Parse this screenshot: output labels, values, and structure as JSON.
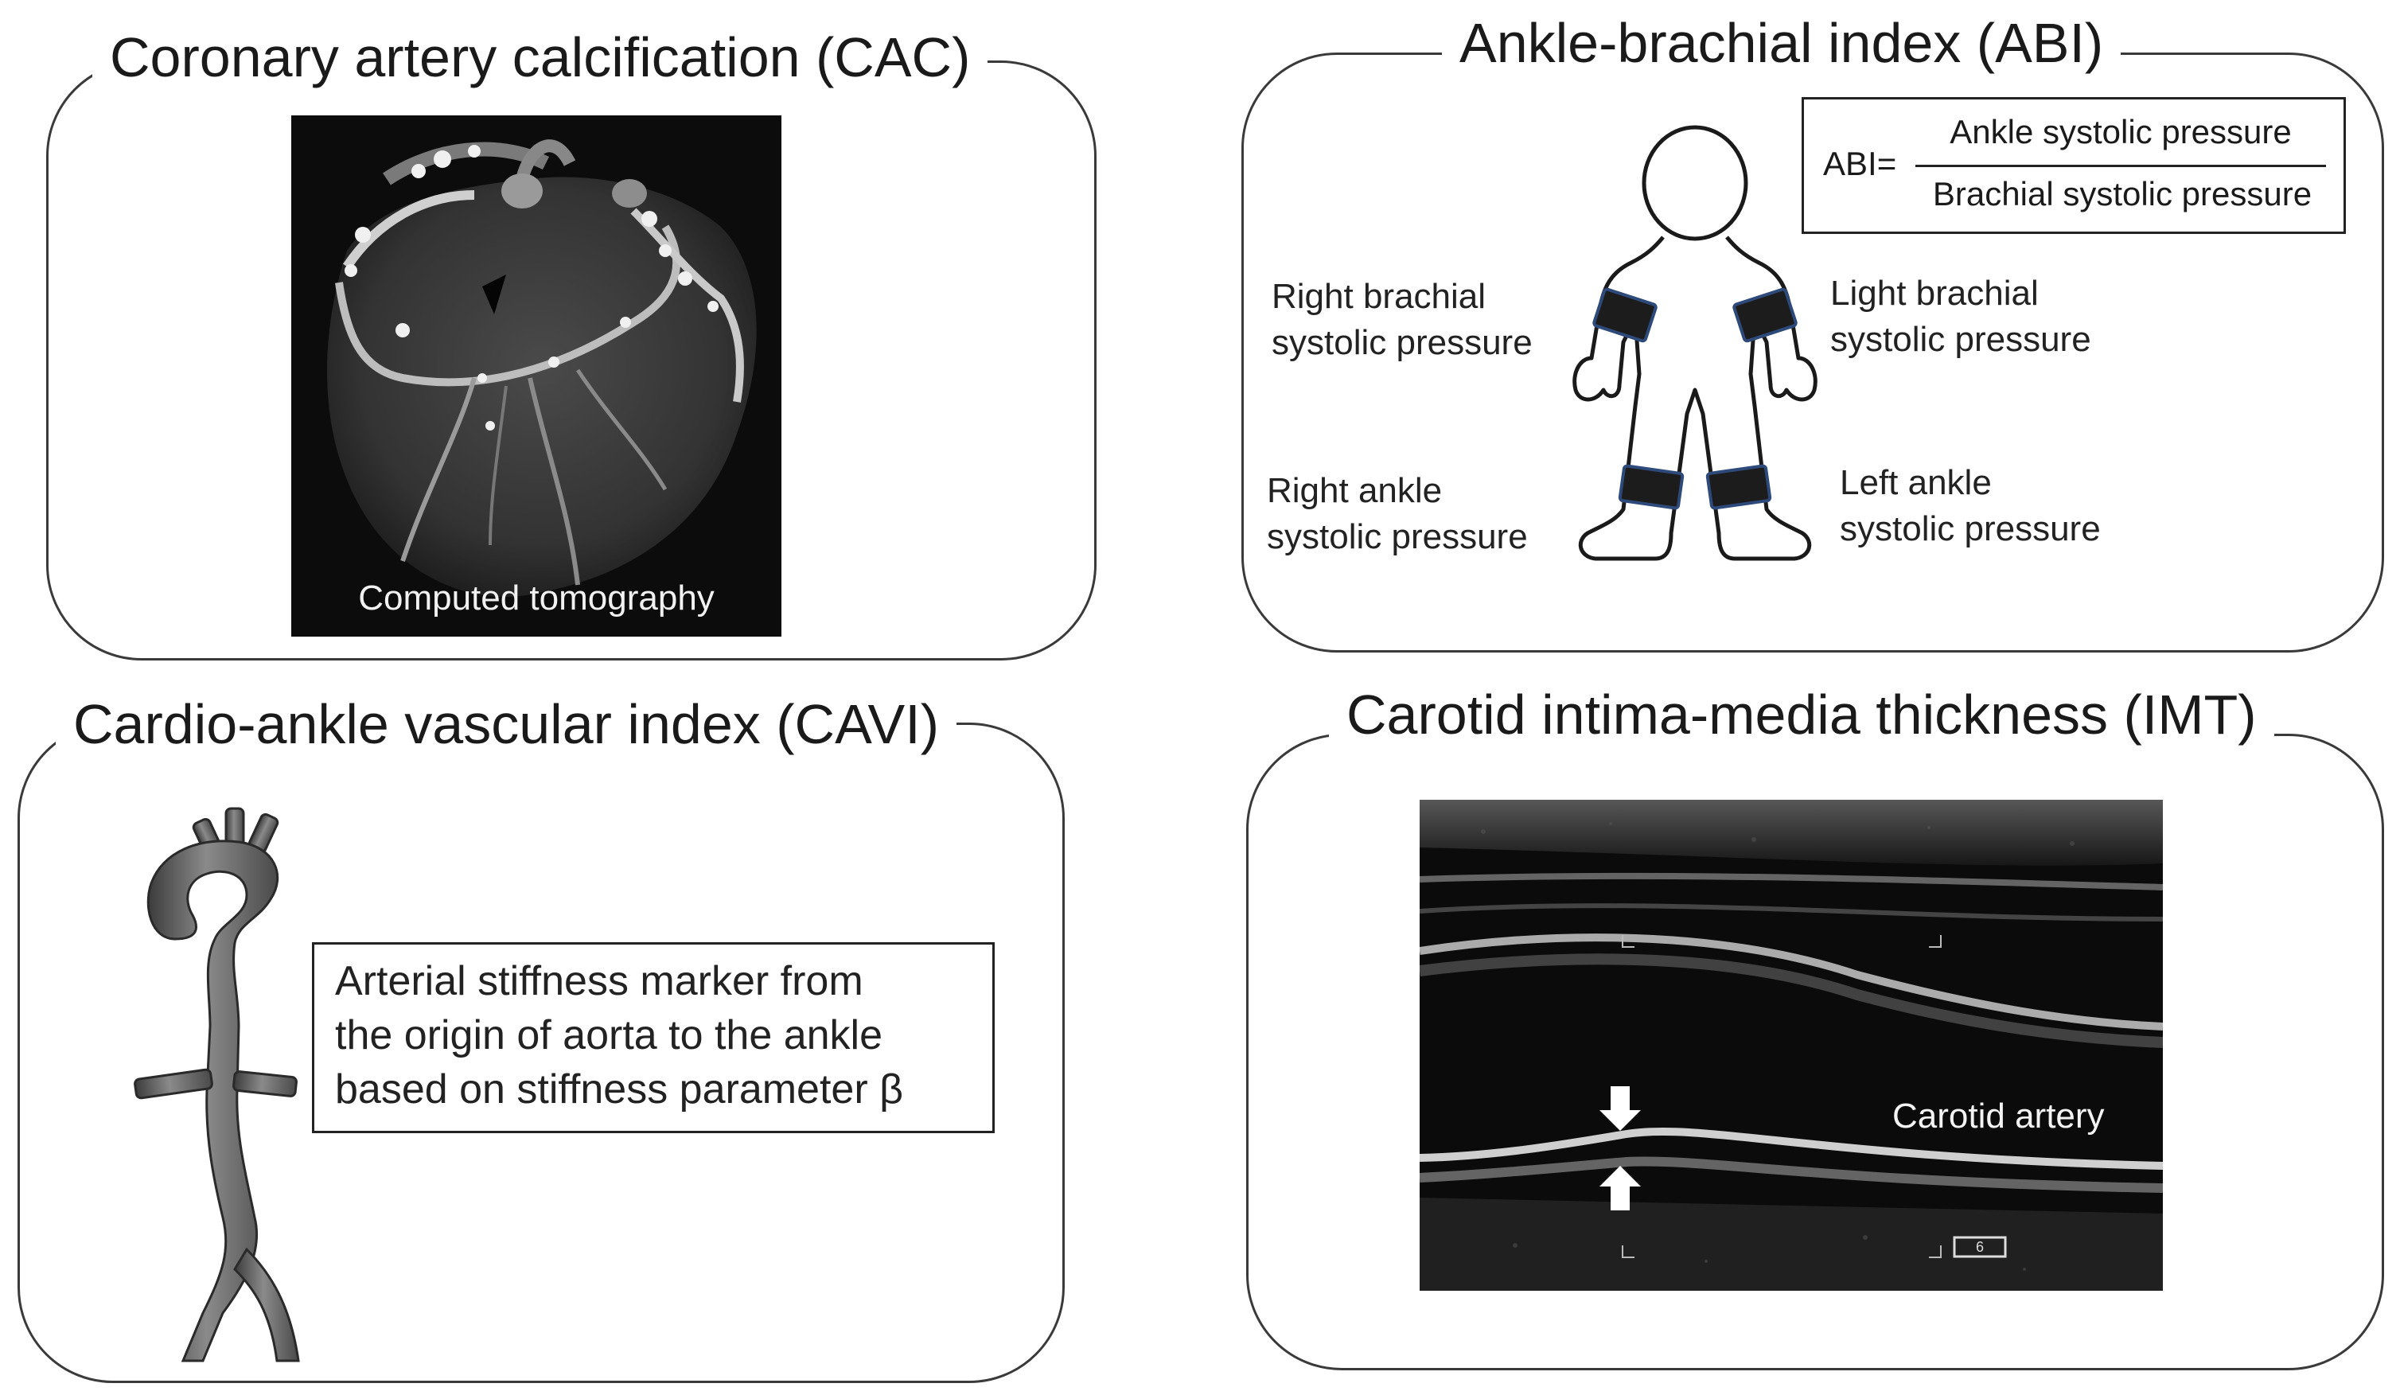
{
  "panels": {
    "cac": {
      "title": "Coronary artery calcification (CAC)",
      "image_caption": "Computed tomography"
    },
    "abi": {
      "title": "Ankle-brachial index (ABI)",
      "formula": {
        "lhs": "ABI=",
        "numerator": "Ankle systolic pressure",
        "denominator": "Brachial systolic pressure"
      },
      "labels": {
        "right_brachial": [
          "Right brachial",
          "systolic pressure"
        ],
        "light_brachial": [
          "Light brachial",
          "systolic pressure"
        ],
        "right_ankle": [
          "Right ankle",
          "systolic pressure"
        ],
        "left_ankle": [
          "Left ankle",
          "systolic pressure"
        ]
      }
    },
    "cavi": {
      "title": "Cardio-ankle vascular index (CAVI)",
      "description_lines": [
        "Arterial stiffness marker from",
        "the origin of aorta to the ankle",
        "based on stiffness parameter β"
      ]
    },
    "imt": {
      "title": "Carotid intima-media thickness (IMT)",
      "image_caption": "Carotid artery",
      "scale_marker": "6"
    }
  },
  "colors": {
    "border": "#3a3a3a",
    "cuff": "#1c1c1c",
    "cuff_outline": "#2e4a7a"
  }
}
